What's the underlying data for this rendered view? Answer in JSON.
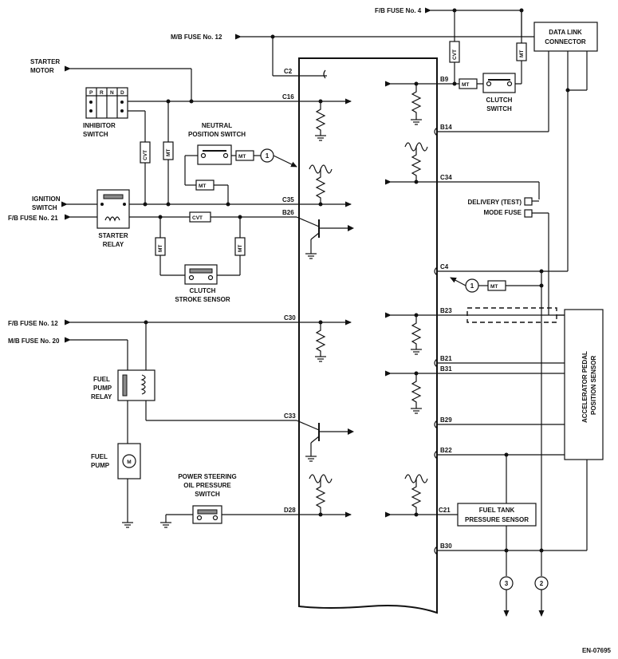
{
  "fuses": {
    "fb4": "F/B FUSE No. 4",
    "mb12": "M/B FUSE No. 12",
    "fb21": "F/B FUSE No. 21",
    "fb12": "F/B FUSE No. 12",
    "mb20": "M/B FUSE No. 20"
  },
  "components": {
    "starter_motor_1": "STARTER",
    "starter_motor_2": "MOTOR",
    "inhibitor_1": "INHIBITOR",
    "inhibitor_2": "SWITCH",
    "inhibitor_positions": [
      "P",
      "R",
      "N",
      "D"
    ],
    "neutral_1": "NEUTRAL",
    "neutral_2": "POSITION SWITCH",
    "ignition_1": "IGNITION",
    "ignition_2": "SWITCH",
    "starter_relay_1": "STARTER",
    "starter_relay_2": "RELAY",
    "clutch_stroke_1": "CLUTCH",
    "clutch_stroke_2": "STROKE SENSOR",
    "fuel_pump_relay_1": "FUEL",
    "fuel_pump_relay_2": "PUMP",
    "fuel_pump_relay_3": "RELAY",
    "fuel_pump_1": "FUEL",
    "fuel_pump_2": "PUMP",
    "motor_symbol": "M",
    "ps_1": "POWER STEERING",
    "ps_2": "OIL PRESSURE",
    "ps_3": "SWITCH",
    "dlc_1": "DATA LINK",
    "dlc_2": "CONNECTOR",
    "clutch_switch_1": "CLUTCH",
    "clutch_switch_2": "SWITCH",
    "delivery_1": "DELIVERY (TEST)",
    "delivery_2": "MODE FUSE",
    "appos_1": "ACCELERATOR PEDAL",
    "appos_2": "POSITION SENSOR",
    "fuel_tank_1": "FUEL TANK",
    "fuel_tank_2": "PRESSURE SENSOR"
  },
  "tags": {
    "mt": "MT",
    "cvt": "CVT"
  },
  "pins": {
    "left": [
      "C2",
      "C16",
      "C35",
      "B26",
      "C30",
      "C33",
      "D28"
    ],
    "right": [
      "B9",
      "B14",
      "C34",
      "C4",
      "B23",
      "B21",
      "B31",
      "B29",
      "B22",
      "C21",
      "B30"
    ]
  },
  "refs": {
    "r1a": "1",
    "r1b": "1",
    "r2": "2",
    "r3": "3"
  },
  "diagram_id": "EN-07695"
}
